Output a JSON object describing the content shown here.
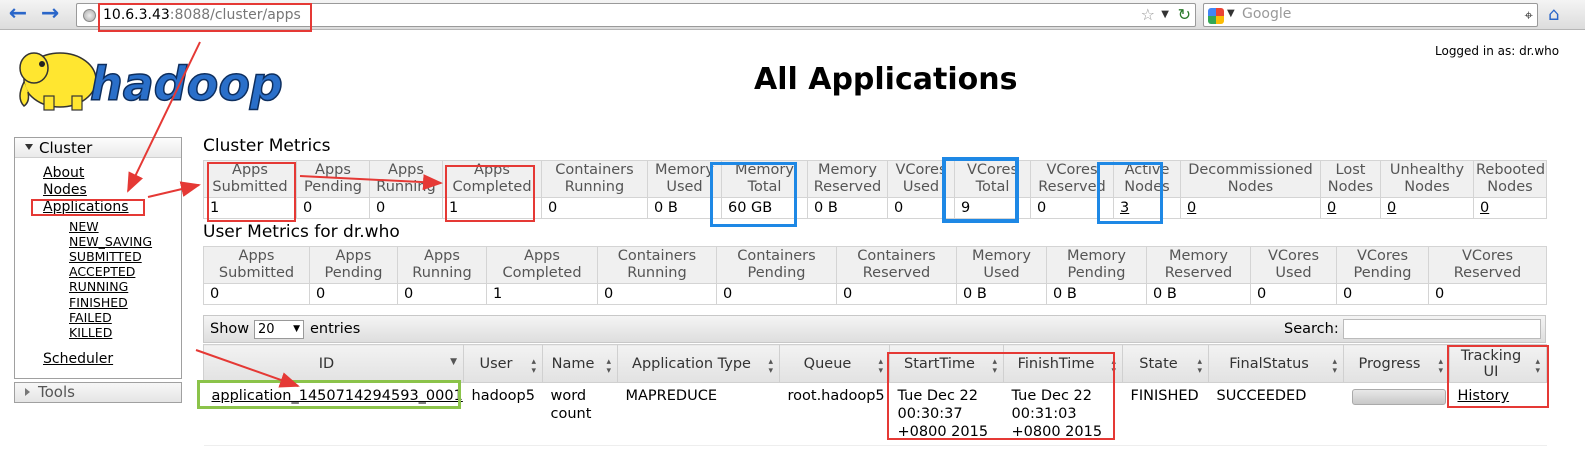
{
  "browser": {
    "url_host": "10.6.3.43",
    "url_rest": ":8088/cluster/apps",
    "search_placeholder": "Google"
  },
  "header": {
    "logo_text": "hadoop",
    "title": "All Applications",
    "login": "Logged in as: dr.who"
  },
  "sidebar": {
    "cluster_label": "Cluster",
    "links": [
      "About",
      "Nodes",
      "Applications"
    ],
    "app_states": [
      "NEW",
      "NEW_SAVING",
      "SUBMITTED",
      "ACCEPTED",
      "RUNNING",
      "FINISHED",
      "FAILED",
      "KILLED"
    ],
    "scheduler": "Scheduler",
    "tools_label": "Tools"
  },
  "cluster_metrics": {
    "title": "Cluster Metrics",
    "headers": [
      [
        "Apps",
        "Submitted"
      ],
      [
        "Apps",
        "Pending"
      ],
      [
        "Apps",
        "Running"
      ],
      [
        "Apps",
        "Completed"
      ],
      [
        "Containers",
        "Running"
      ],
      [
        "Memory",
        "Used"
      ],
      [
        "Memory",
        "Total"
      ],
      [
        "Memory",
        "Reserved"
      ],
      [
        "VCores",
        "Used"
      ],
      [
        "VCores",
        "Total"
      ],
      [
        "VCores",
        "Reserved"
      ],
      [
        "Active",
        "Nodes"
      ],
      [
        "Decommissioned",
        "Nodes"
      ],
      [
        "Lost",
        "Nodes"
      ],
      [
        "Unhealthy",
        "Nodes"
      ],
      [
        "Rebooted",
        "Nodes"
      ]
    ],
    "values": [
      "1",
      "0",
      "0",
      "1",
      "0",
      "0 B",
      "60 GB",
      "0 B",
      "0",
      "9",
      "0",
      "3",
      "0",
      "0",
      "0",
      "0"
    ]
  },
  "user_metrics": {
    "title": "User Metrics for dr.who",
    "headers": [
      [
        "Apps",
        "Submitted"
      ],
      [
        "Apps",
        "Pending"
      ],
      [
        "Apps",
        "Running"
      ],
      [
        "Apps",
        "Completed"
      ],
      [
        "Containers",
        "Running"
      ],
      [
        "Containers",
        "Pending"
      ],
      [
        "Containers",
        "Reserved"
      ],
      [
        "Memory",
        "Used"
      ],
      [
        "Memory",
        "Pending"
      ],
      [
        "Memory",
        "Reserved"
      ],
      [
        "VCores",
        "Used"
      ],
      [
        "VCores",
        "Pending"
      ],
      [
        "VCores",
        "Reserved"
      ]
    ],
    "values": [
      "0",
      "0",
      "0",
      "1",
      "0",
      "0",
      "0",
      "0 B",
      "0 B",
      "0 B",
      "0",
      "0",
      "0"
    ]
  },
  "apps_table": {
    "show_label": "Show",
    "page_size": "20",
    "entries_label": "entries",
    "search_label": "Search:",
    "columns": [
      "ID",
      "User",
      "Name",
      "Application Type",
      "Queue",
      "StartTime",
      "FinishTime",
      "State",
      "FinalStatus",
      "Progress",
      "Tracking UI"
    ],
    "row": {
      "id": "application_1450714294593_0001",
      "user": "hadoop5",
      "name": "word count",
      "type": "MAPREDUCE",
      "queue": "root.hadoop5",
      "start": "Tue Dec 22 00:30:37 +0800 2015",
      "finish": "Tue Dec 22 00:31:03 +0800 2015",
      "state": "FINISHED",
      "final_status": "SUCCEEDED",
      "progress_pct": 0,
      "tracking": "History"
    }
  },
  "colors": {
    "annotation_red": "#e53935",
    "annotation_blue": "#1e88e5",
    "annotation_green": "#8bc34a"
  }
}
